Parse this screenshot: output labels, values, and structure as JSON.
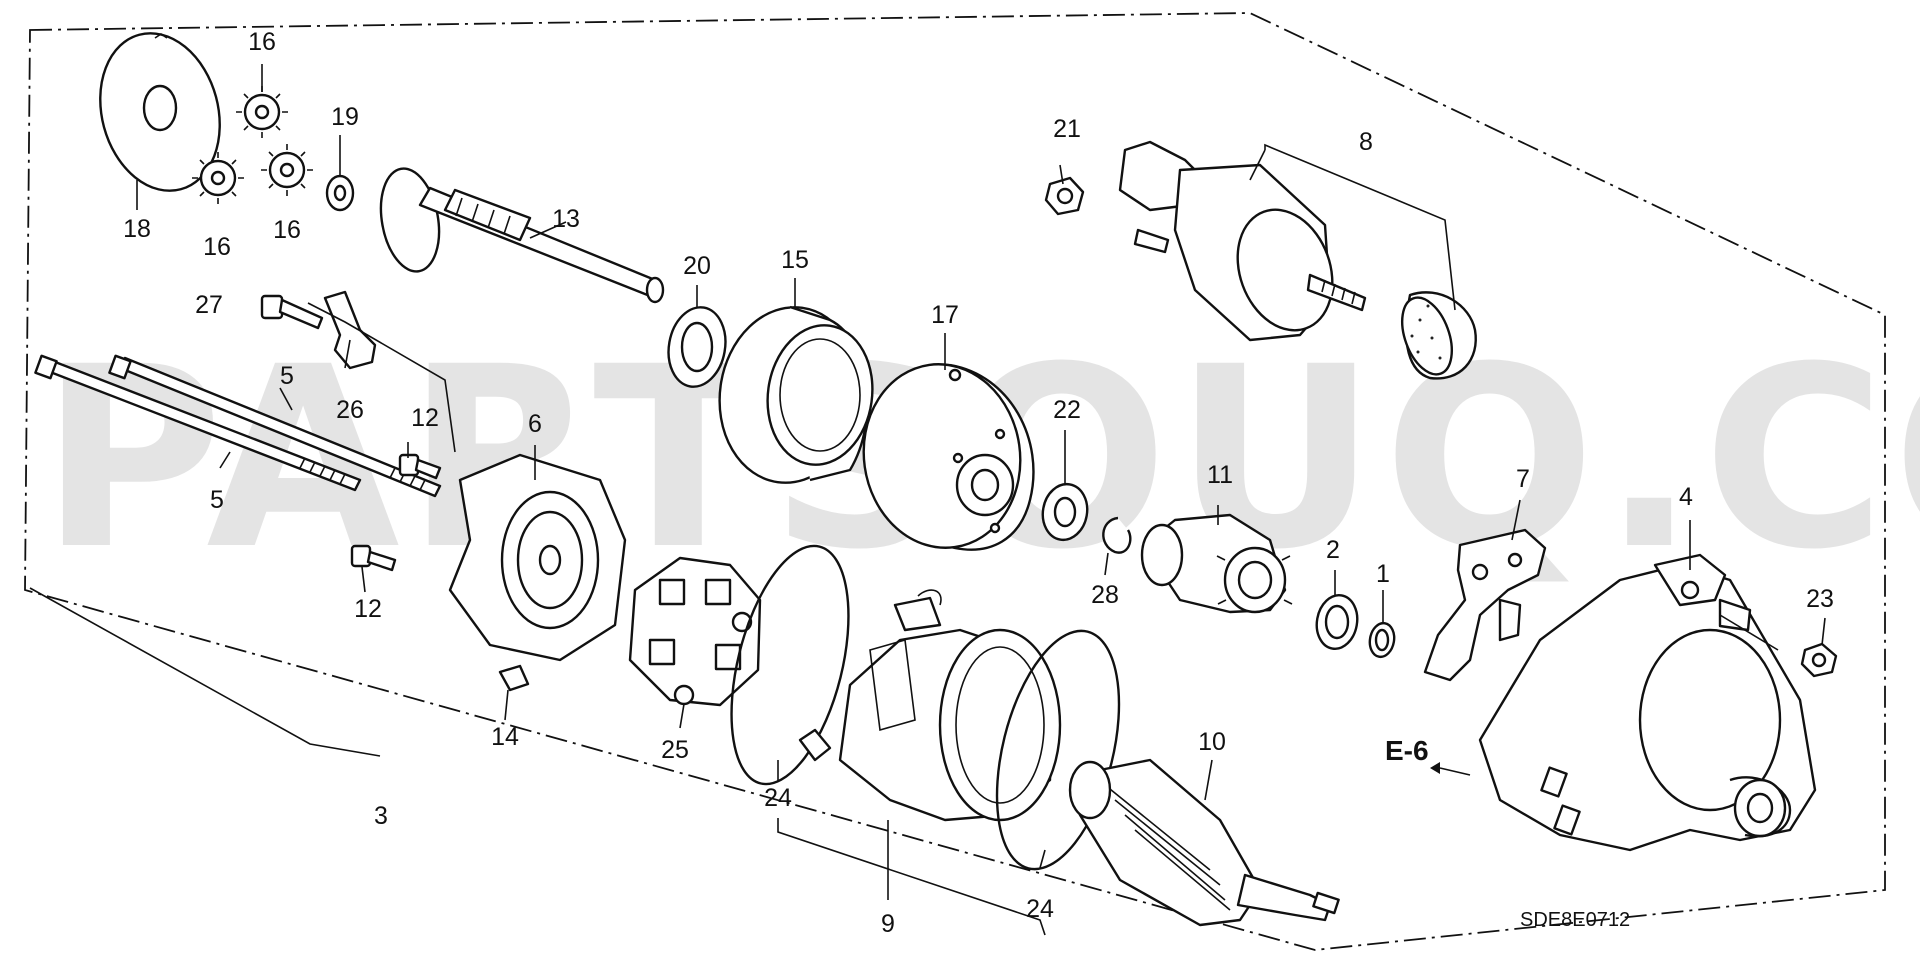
{
  "watermark": "PARTSOUQ.COM",
  "diagram_code": "SDE8E0712",
  "reference_label": "E-6",
  "labels": {
    "l1": "1",
    "l2": "2",
    "l3": "3",
    "l4": "4",
    "l5a": "5",
    "l5b": "5",
    "l6": "6",
    "l7": "7",
    "l8": "8",
    "l9": "9",
    "l10": "10",
    "l11": "11",
    "l12a": "12",
    "l12b": "12",
    "l13": "13",
    "l14": "14",
    "l15": "15",
    "l16a": "16",
    "l16b": "16",
    "l16c": "16",
    "l17": "17",
    "l18": "18",
    "l19": "19",
    "l20": "20",
    "l21": "21",
    "l22": "22",
    "l23": "23",
    "l24a": "24",
    "l24b": "24",
    "l25": "25",
    "l26": "26",
    "l27": "27",
    "l28": "28"
  }
}
